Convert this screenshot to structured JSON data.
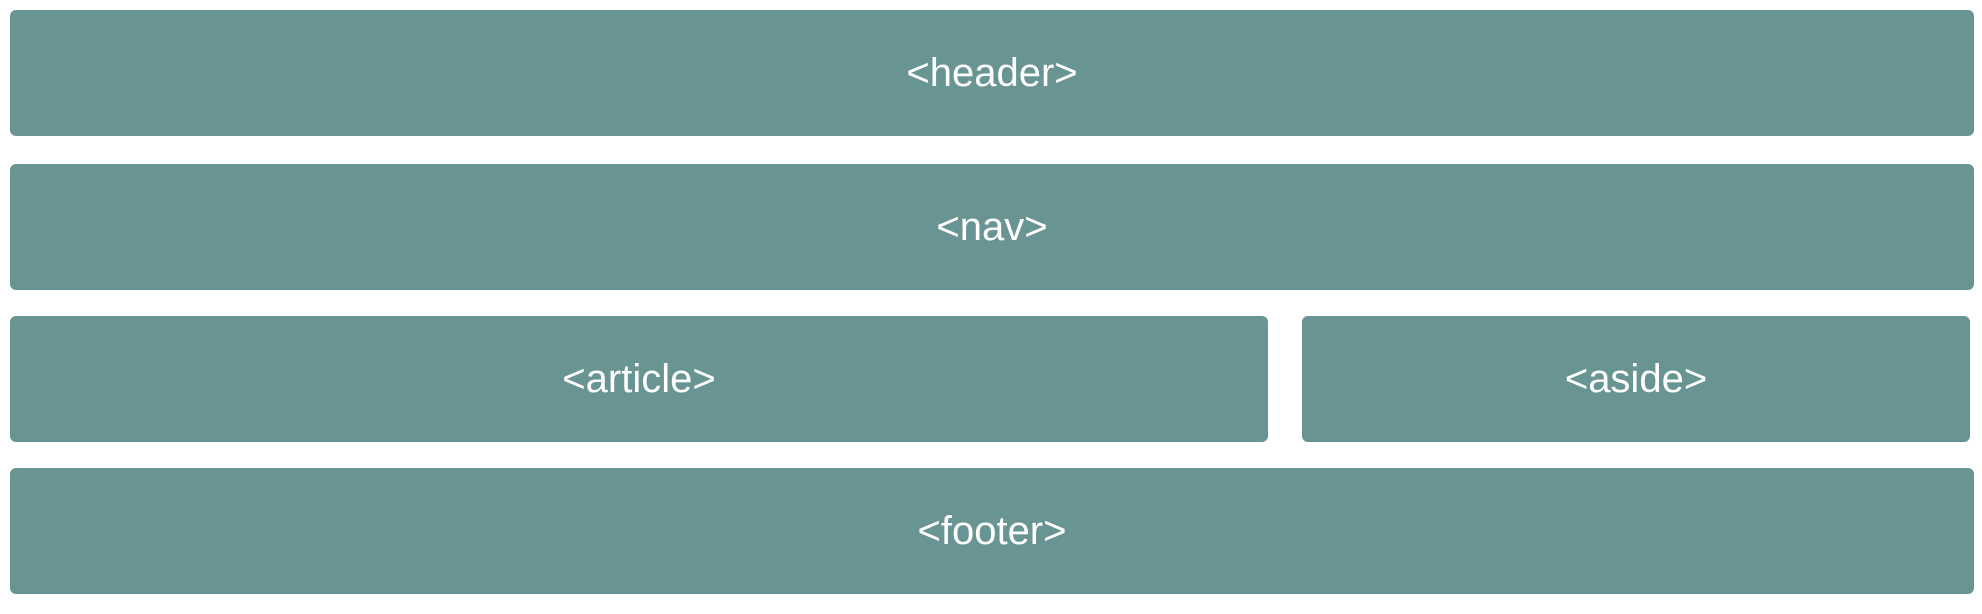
{
  "colors": {
    "block_fill": "#689594",
    "label_text": "#ffffff",
    "background": "#ffffff"
  },
  "blocks": {
    "header": {
      "label": "<header>"
    },
    "nav": {
      "label": "<nav>"
    },
    "article": {
      "label": "<article>"
    },
    "aside": {
      "label": "<aside>"
    },
    "footer": {
      "label": "<footer>"
    }
  }
}
